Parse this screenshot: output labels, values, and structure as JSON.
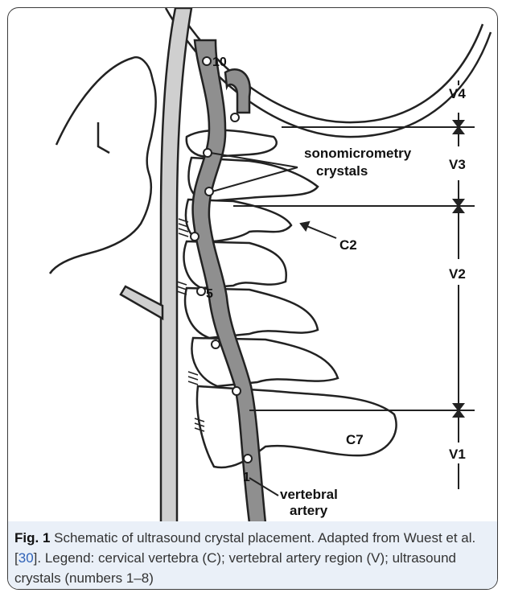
{
  "figure": {
    "labels": {
      "region_v4": "V4",
      "region_v3": "V3",
      "region_v2": "V2",
      "region_v1": "V1",
      "sensor_line1": "sonomicrometry",
      "sensor_line2": "crystals",
      "vertebra_c2": "C2",
      "vertebra_c7": "C7",
      "crystal_10": "10",
      "crystal_5": "5",
      "crystal_1": "1",
      "artery_line1": "vertebral",
      "artery_line2": "artery"
    },
    "caption": {
      "fig_label": "Fig. 1",
      "text_before_ref": "Schematic of ultrasound crystal placement. Adapted from Wuest et al. [",
      "ref": "30",
      "text_after_ref": "]. Legend: cervical vertebra (C); vertebral artery region (V); ultrasound crystals (numbers 1–8)"
    }
  }
}
